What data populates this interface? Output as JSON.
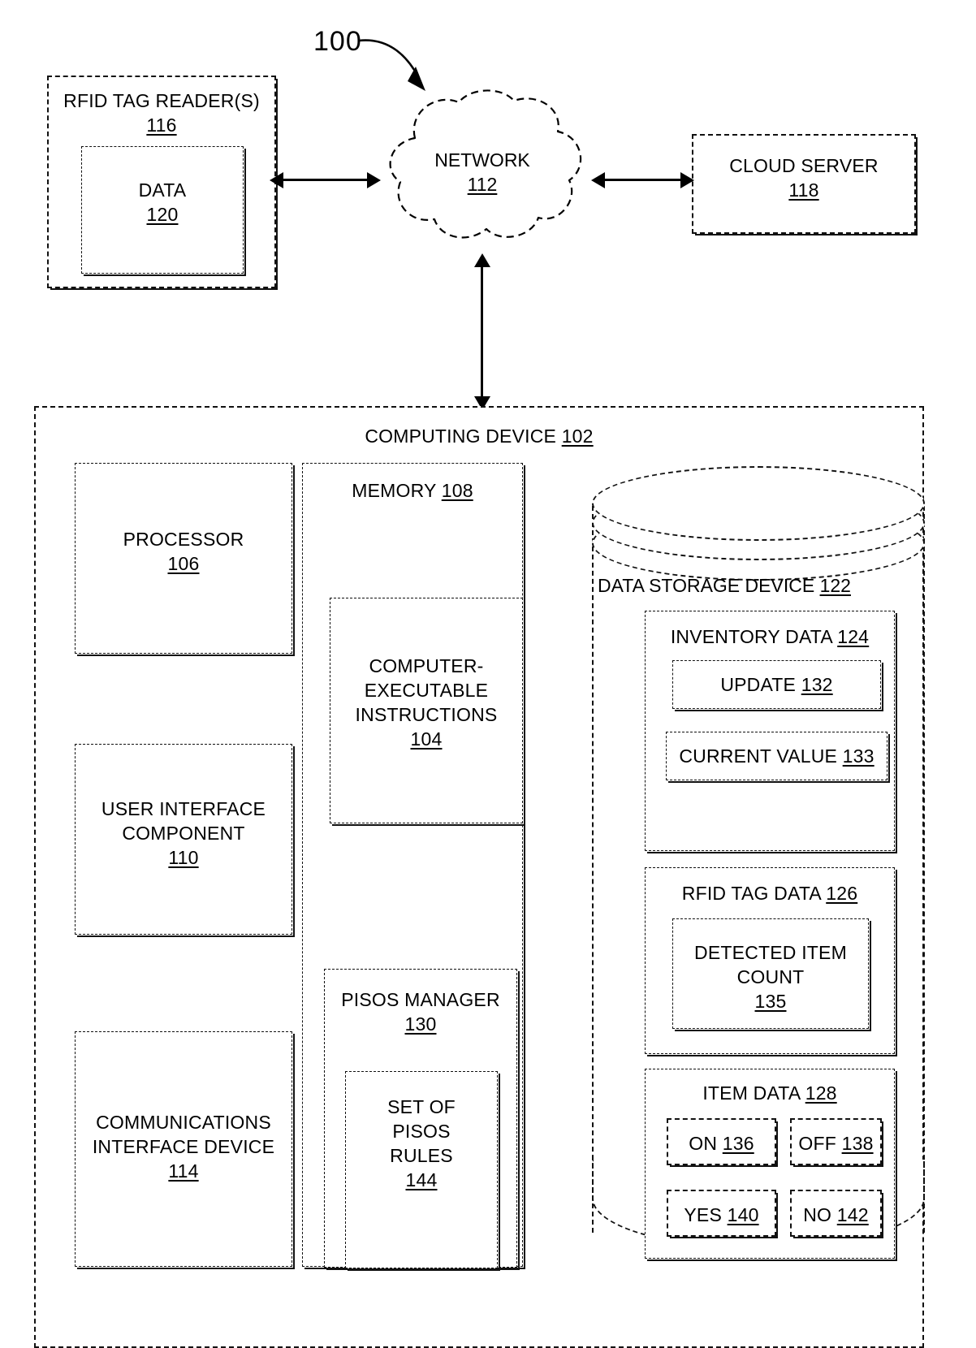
{
  "figure": {
    "reference_number": "100"
  },
  "nodes": {
    "rfid_reader": {
      "title": "RFID TAG READER(S)",
      "ref": "116"
    },
    "rfid_reader_data": {
      "title": "DATA",
      "ref": "120"
    },
    "network": {
      "title": "NETWORK",
      "ref": "112"
    },
    "cloud_server": {
      "title": "CLOUD SERVER",
      "ref": "118"
    },
    "computing_device": {
      "title": "COMPUTING DEVICE",
      "ref": "102"
    },
    "processor": {
      "title": "PROCESSOR",
      "ref": "106"
    },
    "ui_component": {
      "title": "USER INTERFACE\nCOMPONENT",
      "ref": "110"
    },
    "comms_interface": {
      "title": "COMMUNICATIONS\nINTERFACE DEVICE",
      "ref": "114"
    },
    "memory": {
      "title": "MEMORY",
      "ref": "108"
    },
    "computer_executable_instructions": {
      "title": "COMPUTER-\nEXECUTABLE\nINSTRUCTIONS",
      "ref": "104"
    },
    "pisos_manager": {
      "title": "PISOS MANAGER",
      "ref": "130"
    },
    "pisos_rules": {
      "title": "SET OF\nPISOS\nRULES",
      "ref": "144"
    },
    "data_storage_device": {
      "title": "DATA STORAGE DEVICE",
      "ref": "122"
    },
    "inventory_data": {
      "title": "INVENTORY DATA",
      "ref": "124"
    },
    "update": {
      "title": "UPDATE",
      "ref": "132"
    },
    "current_value": {
      "title": "CURRENT VALUE",
      "ref": "133"
    },
    "rfid_tag_data": {
      "title": "RFID TAG DATA",
      "ref": "126"
    },
    "detected_item_count": {
      "title": "DETECTED ITEM\nCOUNT",
      "ref": "135"
    },
    "item_data": {
      "title": "ITEM DATA",
      "ref": "128"
    },
    "on": {
      "title": "ON",
      "ref": "136"
    },
    "off": {
      "title": "OFF",
      "ref": "138"
    },
    "yes": {
      "title": "YES",
      "ref": "140"
    },
    "no": {
      "title": "NO",
      "ref": "142"
    }
  },
  "connections": [
    {
      "from": "rfid_reader",
      "to": "network",
      "style": "bidirectional"
    },
    {
      "from": "network",
      "to": "cloud_server",
      "style": "bidirectional"
    },
    {
      "from": "network",
      "to": "computing_device",
      "style": "bidirectional"
    }
  ],
  "colors": {
    "stroke": "#000000",
    "background": "#ffffff"
  }
}
